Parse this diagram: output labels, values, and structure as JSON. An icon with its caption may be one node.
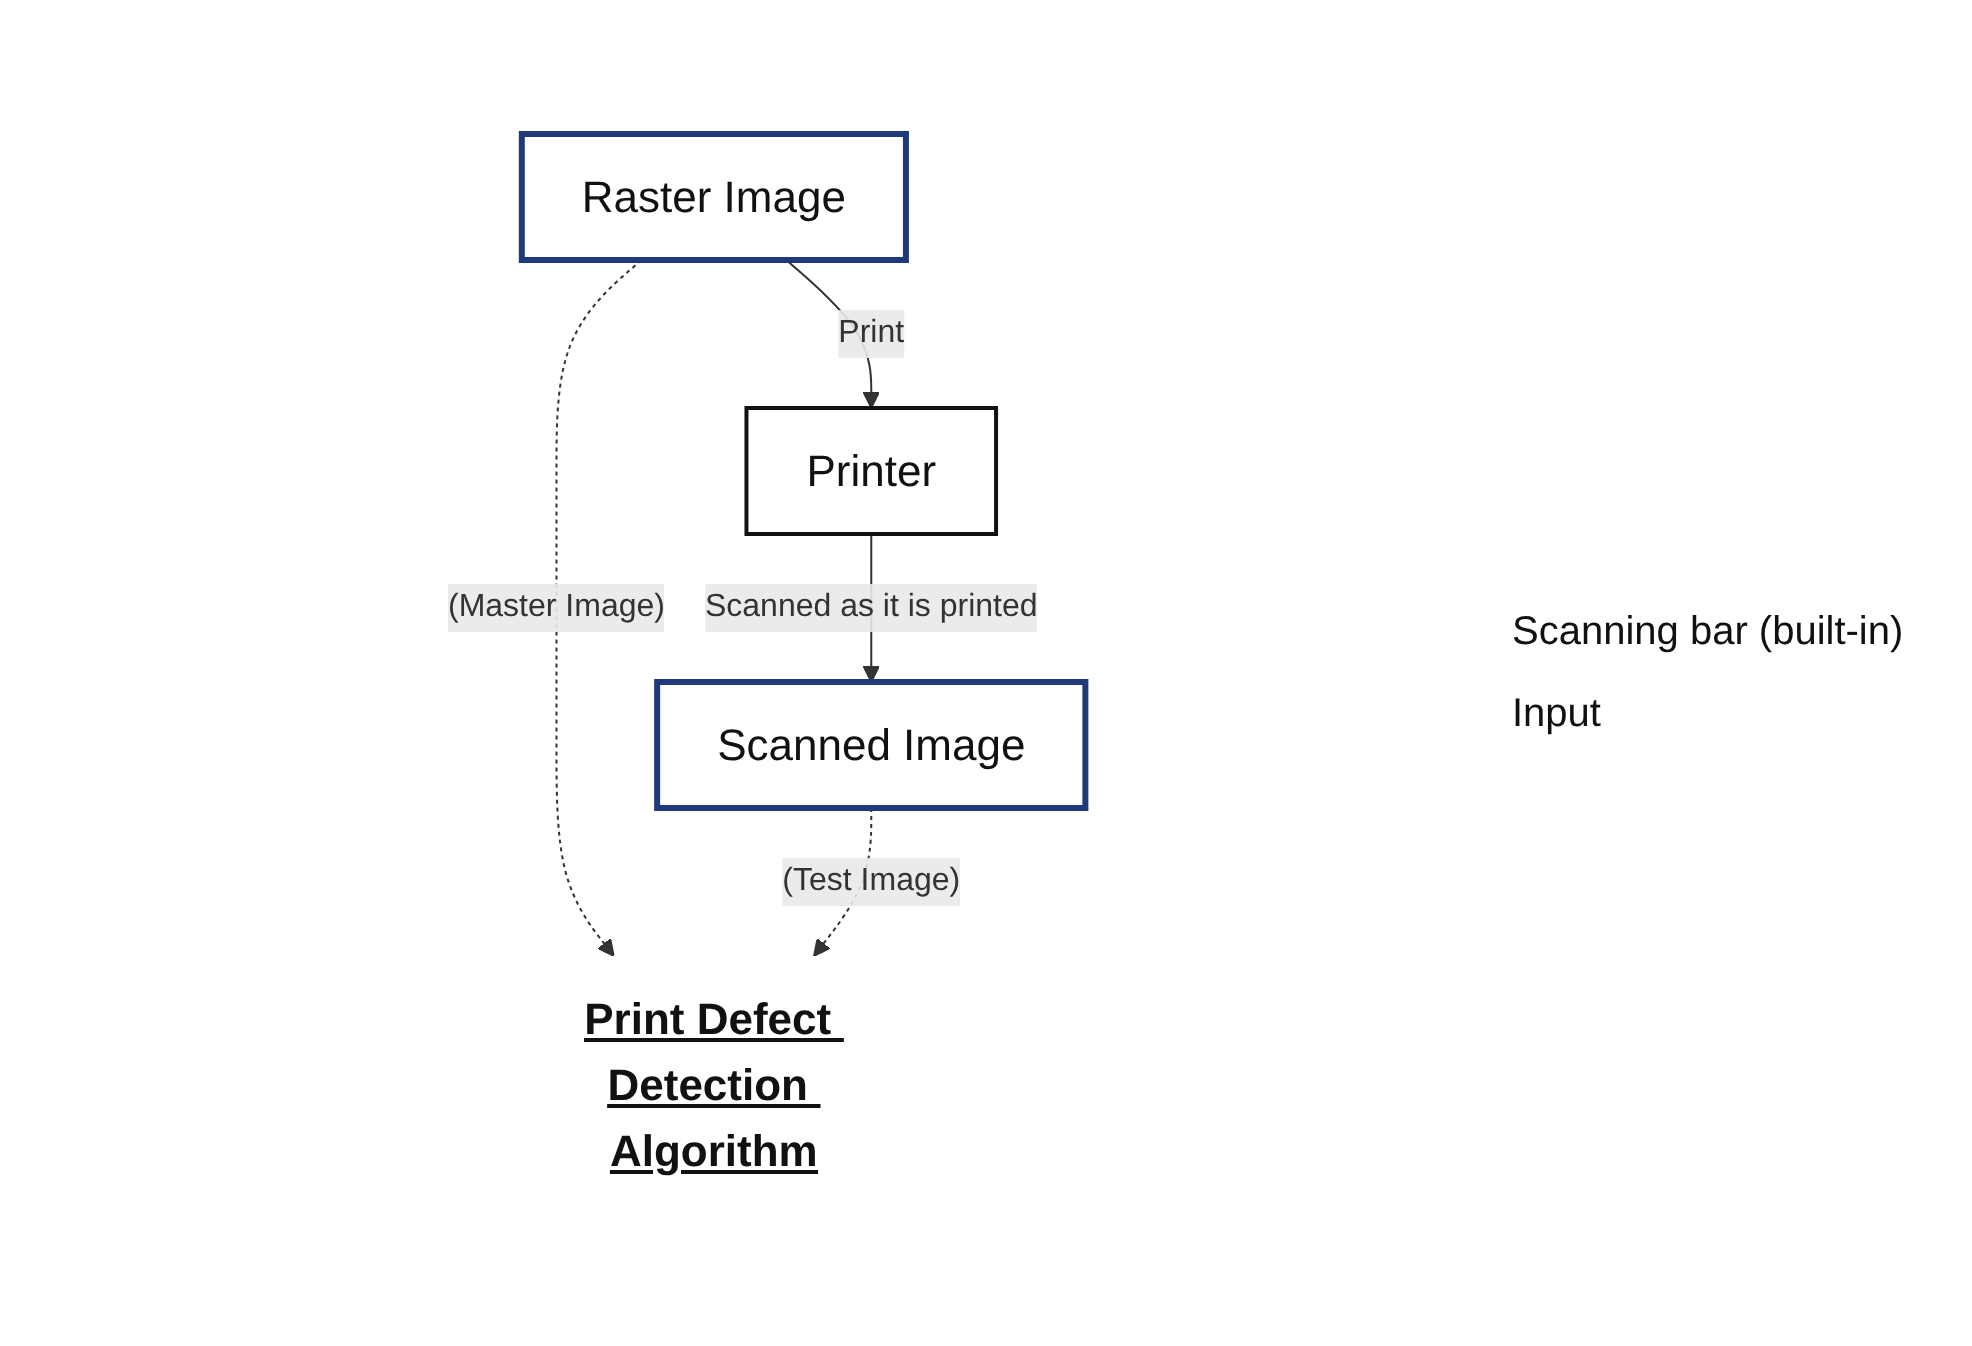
{
  "diagram": {
    "nodes": [
      {
        "text": [
          "Raster Image"
        ]
      },
      {
        "text": [
          "Printer"
        ]
      },
      {
        "text": [
          "Scanned Image"
        ]
      },
      {
        "text": [
          "Print Defect Detection Algorithm"
        ]
      }
    ],
    "edges": [
      {
        "from": 0,
        "to": 1,
        "arrow": "to",
        "label": "Print"
      },
      {
        "from": 1,
        "to": 2,
        "arrow": "to",
        "label": "Scanned as it is printed"
      },
      {
        "from": 0,
        "to": 3,
        "arrow": "to",
        "label": "(Master Image)",
        "style": "dashed"
      },
      {
        "from": 2,
        "to": 3,
        "arrow": "to",
        "label": "(Test Image)",
        "style": "dashed"
      }
    ],
    "labels": [
      "Scanning bar (built-in)",
      "Input"
    ]
  }
}
